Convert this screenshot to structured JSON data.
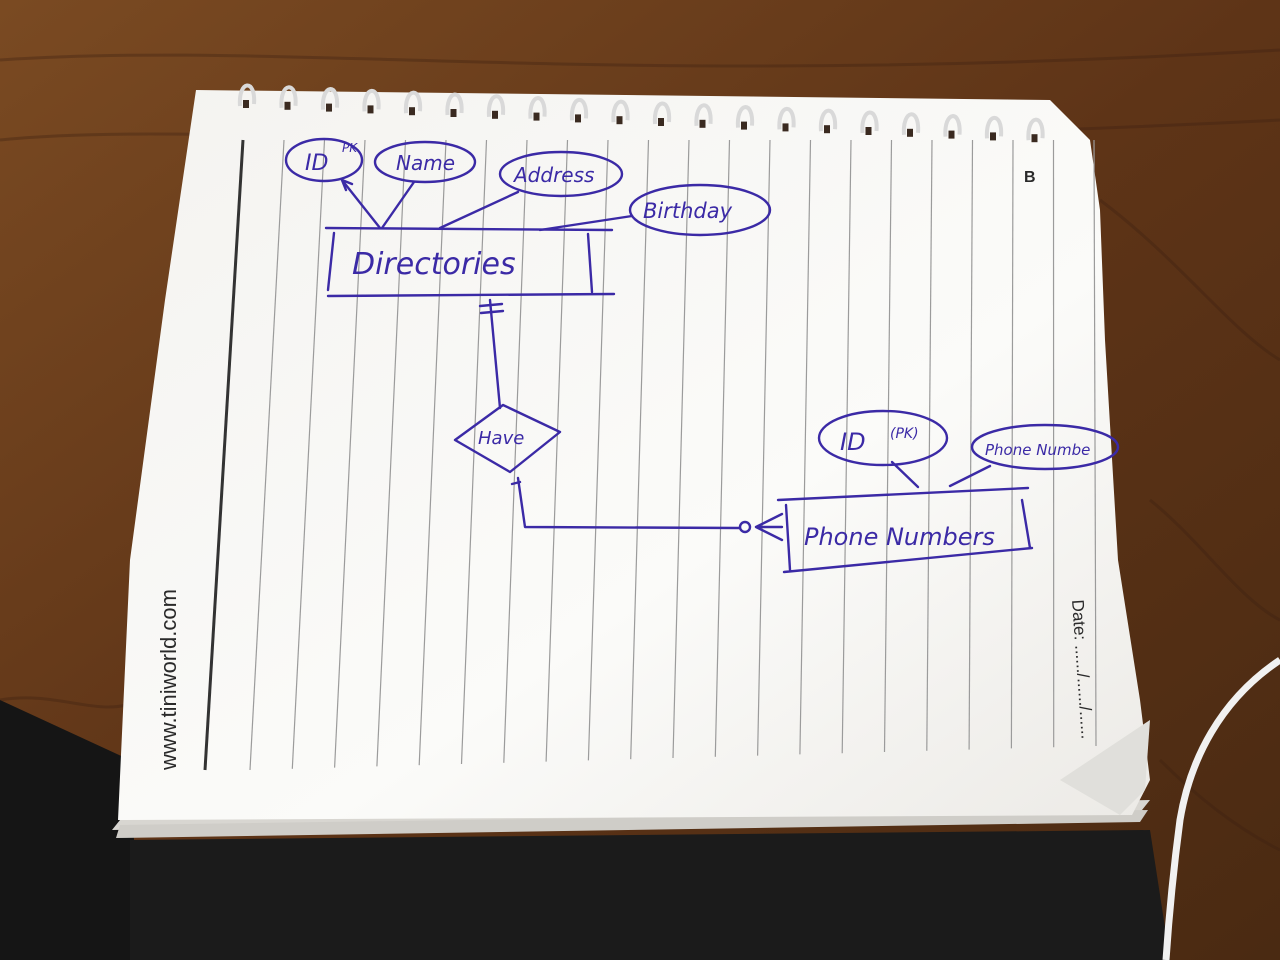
{
  "diagram": {
    "entities": {
      "directories": {
        "name": "Directories",
        "attributes": [
          {
            "label": "ID",
            "marker": "PK"
          },
          {
            "label": "Name"
          },
          {
            "label": "Address"
          },
          {
            "label": "Birthday"
          }
        ]
      },
      "phone_numbers": {
        "name": "Phone Numbers",
        "attributes": [
          {
            "label": "ID",
            "marker": "(PK)"
          },
          {
            "label": "Phone Numbe"
          }
        ]
      }
    },
    "relationship": {
      "label": "Have"
    }
  },
  "notebook": {
    "website": "www.tiniworld.com",
    "date_label": "Date: ....../....../......",
    "corner_mark": "B"
  },
  "colors": {
    "ink": "#3b2aa6",
    "paper": "#f7f6f3",
    "table": "#6b3b18",
    "ring": "#d9d9d9"
  }
}
